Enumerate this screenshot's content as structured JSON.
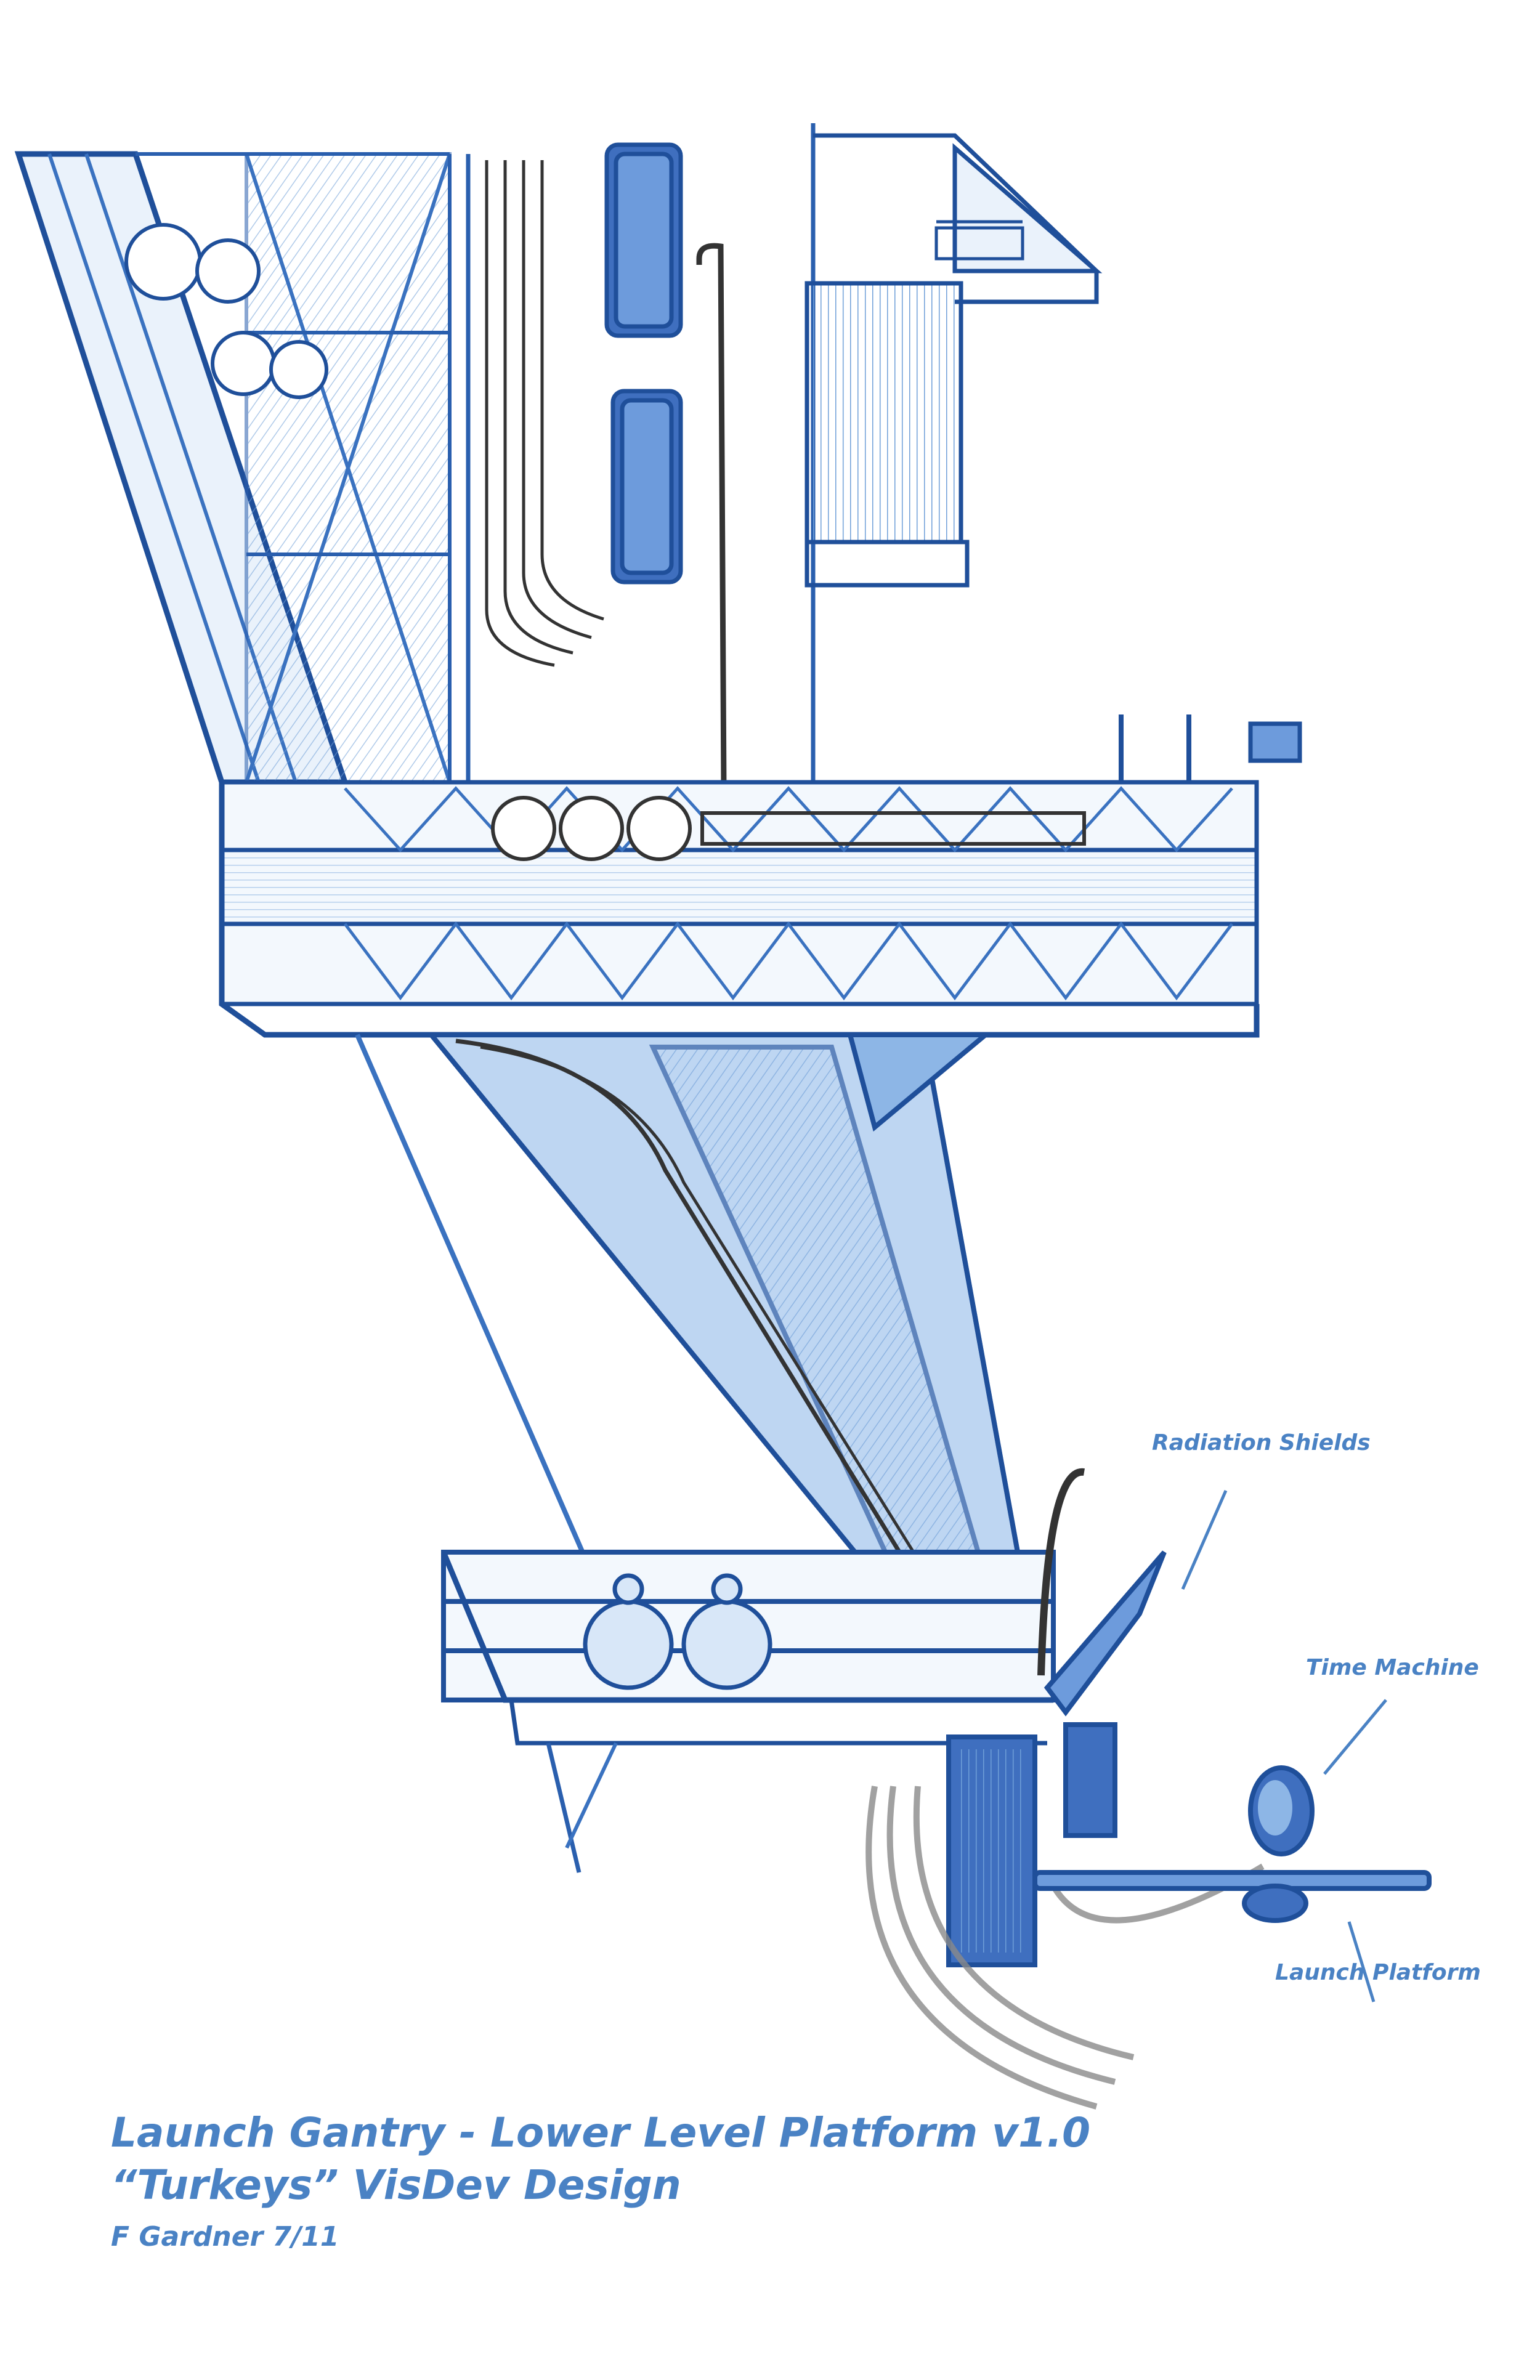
{
  "callouts": {
    "radiation_shields": "Radiation Shields",
    "time_machine": "Time Machine",
    "launch_platform": "Launch Platform"
  },
  "title_block": {
    "line1": "Launch Gantry - Lower Level Platform v1.0",
    "line2": "“Turkeys” VisDev Design",
    "line3": "F Gardner 7/11"
  },
  "colors": {
    "ink_dark": "#1f4f9a",
    "ink_mid": "#3a72c0",
    "ink_light": "#8db6e6",
    "wash": "#a9c9ee",
    "graphite": "#3a3a3a",
    "label": "#4a82c4"
  }
}
